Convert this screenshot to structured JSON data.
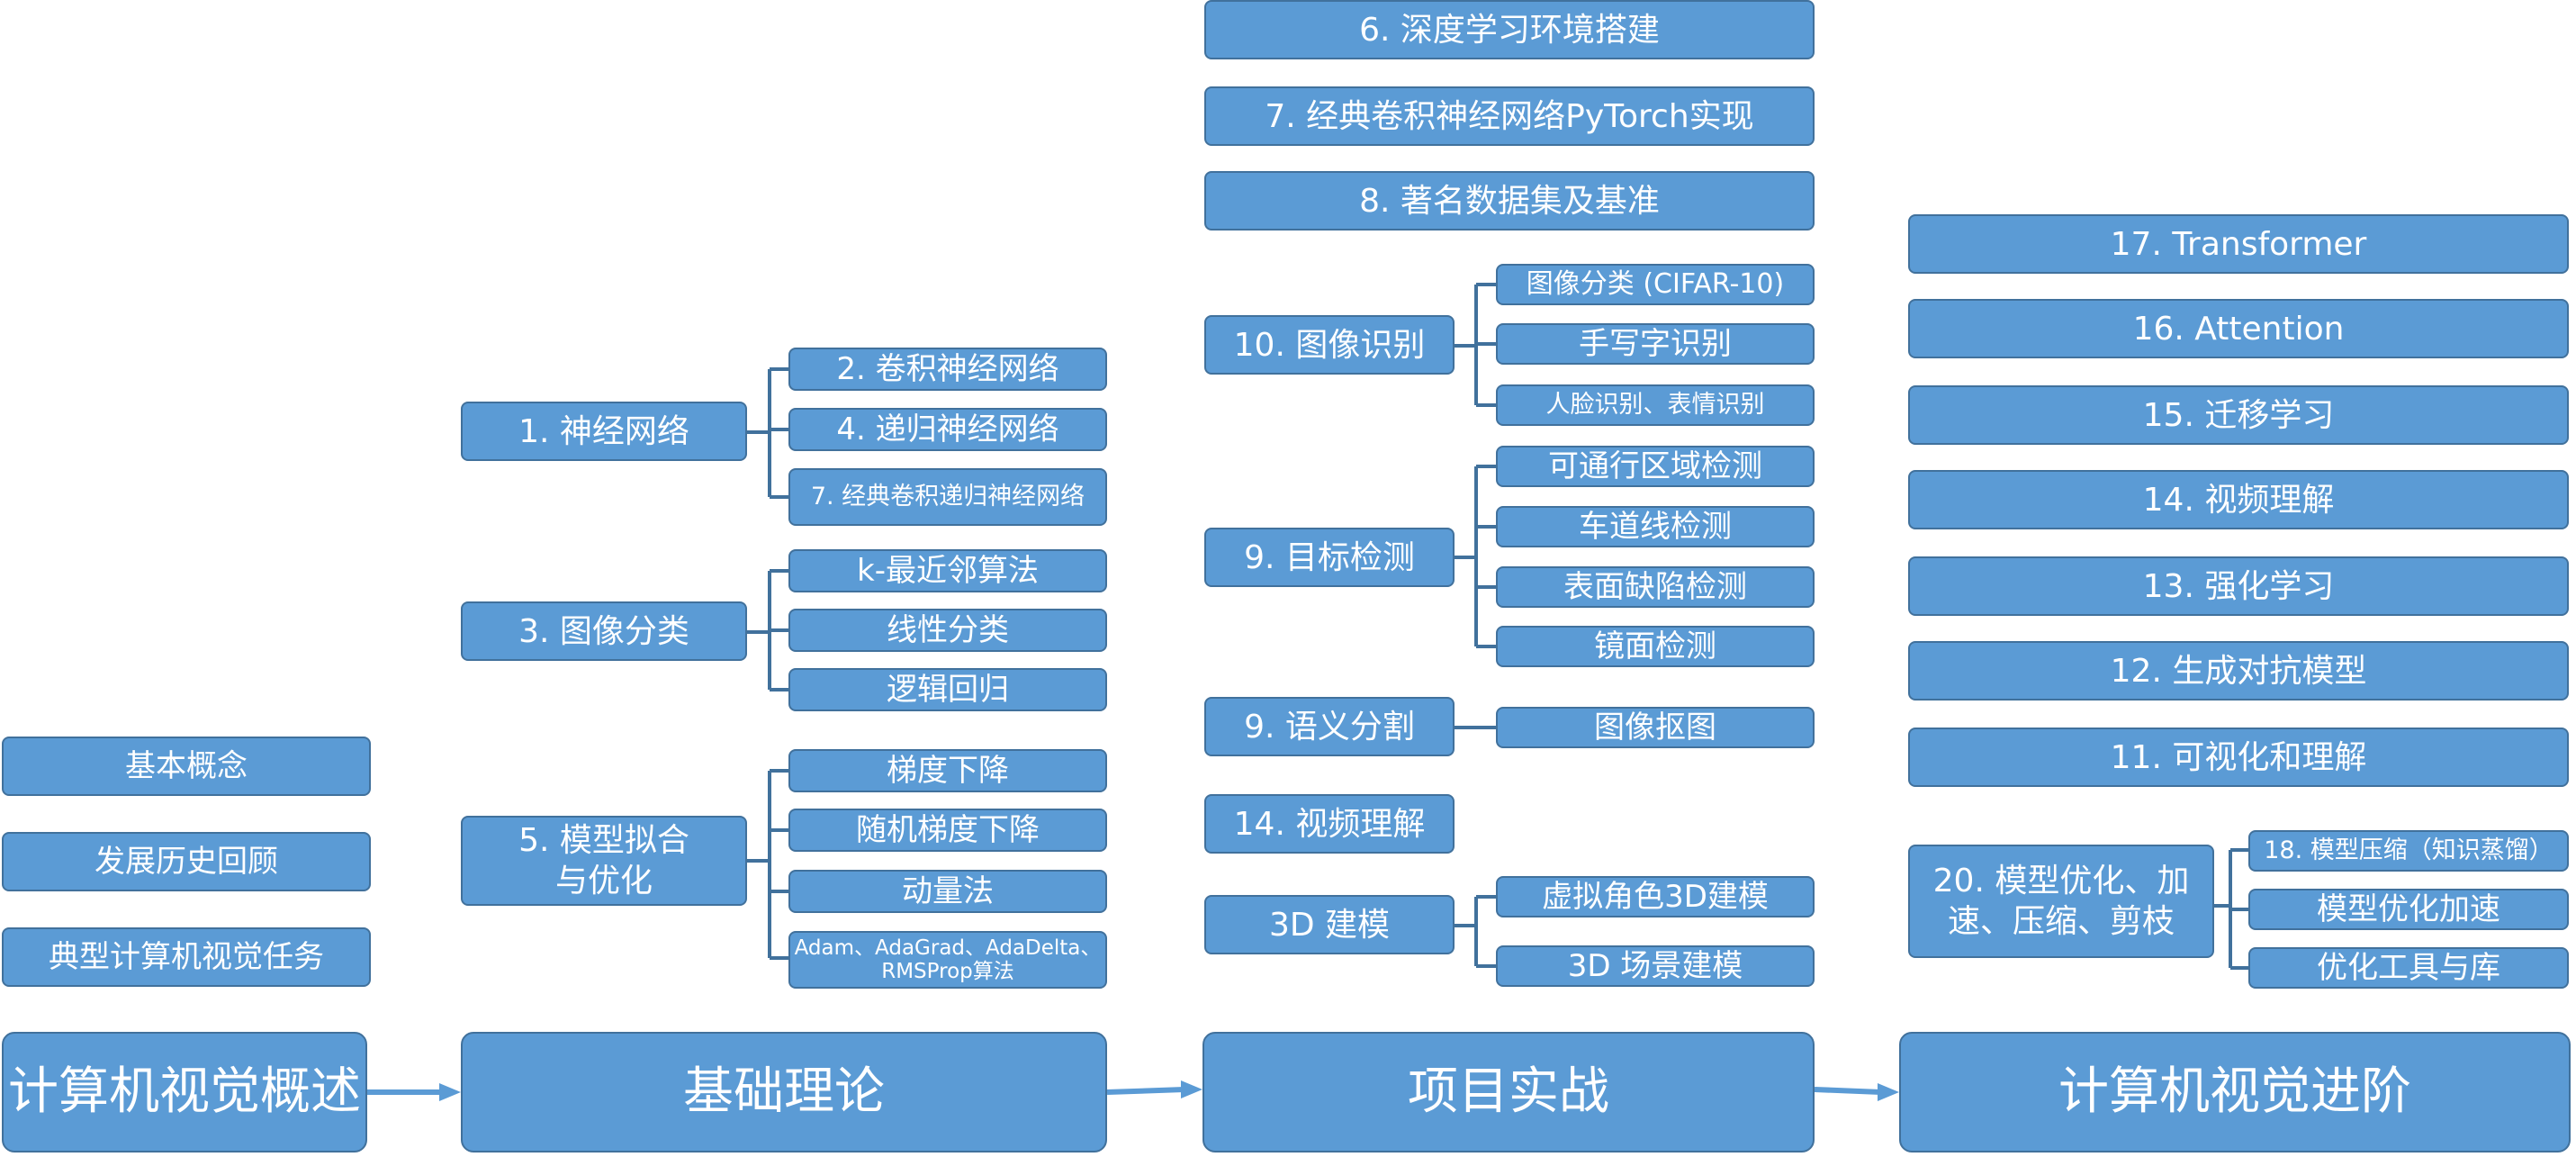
{
  "stages": {
    "overview": "计算机视觉概述",
    "theory": "基础理论",
    "practice": "项目实战",
    "advanced": "计算机视觉进阶"
  },
  "overview_items": {
    "basic_concepts": "基本概念",
    "history": "发展历史回顾",
    "typical_tasks": "典型计算机视觉任务"
  },
  "theory": {
    "neural_networks": "1. 神经网络",
    "cnn": "2. 卷积神经网络",
    "rnn": "4. 递归神经网络",
    "classic_cnn_rnn": "7. 经典卷积递归神经网络",
    "image_classification": "3. 图像分类",
    "knn": "k-最近邻算法",
    "linear": "线性分类",
    "logistic": "逻辑回归",
    "fitting_line1": "5. 模型拟合",
    "fitting_line2": "与优化",
    "gd": "梯度下降",
    "sgd": "随机梯度下降",
    "momentum": "动量法",
    "adaptive_line1": "Adam、AdaGrad、AdaDelta、",
    "adaptive_line2": "RMSProp算法"
  },
  "practice": {
    "env": "6. 深度学习环境搭建",
    "pytorch": "7. 经典卷积神经网络PyTorch实现",
    "datasets": "8. 著名数据集及基准",
    "recognition": "10. 图像识别",
    "cifar": "图像分类 (CIFAR-10)",
    "handwriting": "手写字识别",
    "face": "人脸识别、表情识别",
    "detection": "9. 目标检测",
    "passable": "可通行区域检测",
    "lane": "车道线检测",
    "defect": "表面缺陷检测",
    "mirror": "镜面检测",
    "segmentation": "9. 语义分割",
    "matting": "图像抠图",
    "video": "14. 视频理解",
    "modeling3d": "3D 建模",
    "avatar": "虚拟角色3D建模",
    "scene": "3D 场景建模"
  },
  "advanced": {
    "transformer": "17. Transformer",
    "attention": "16. Attention",
    "transfer": "15. 迁移学习",
    "video": "14. 视频理解",
    "rl": "13. 强化学习",
    "gan": "12. 生成对抗模型",
    "viz": "11. 可视化和理解",
    "optim_line1": "20. 模型优化、加",
    "optim_line2": "速、压缩、剪枝",
    "compression": "18. 模型压缩（知识蒸馏）",
    "acceleration": "模型优化加速",
    "tools": "优化工具与库"
  }
}
